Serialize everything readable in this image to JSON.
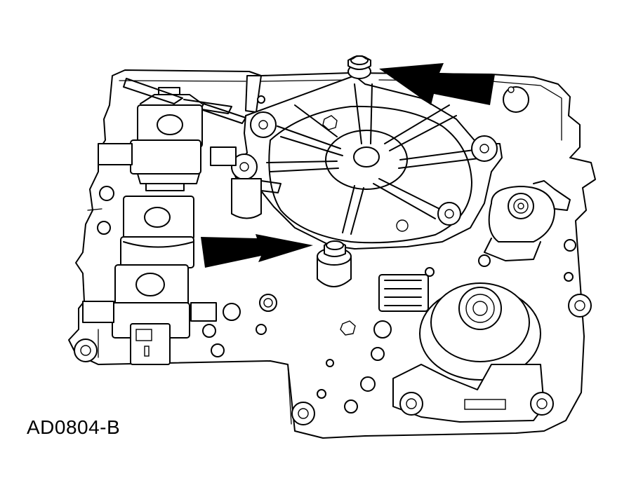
{
  "figure": {
    "code": "AD0804-B"
  },
  "colors": {
    "line": "#000000",
    "background": "#ffffff",
    "arrow": "#000000"
  },
  "parts": {
    "bolts_indicated": 2,
    "arrows": [
      "arrow-upper-right",
      "arrow-middle-left"
    ]
  }
}
